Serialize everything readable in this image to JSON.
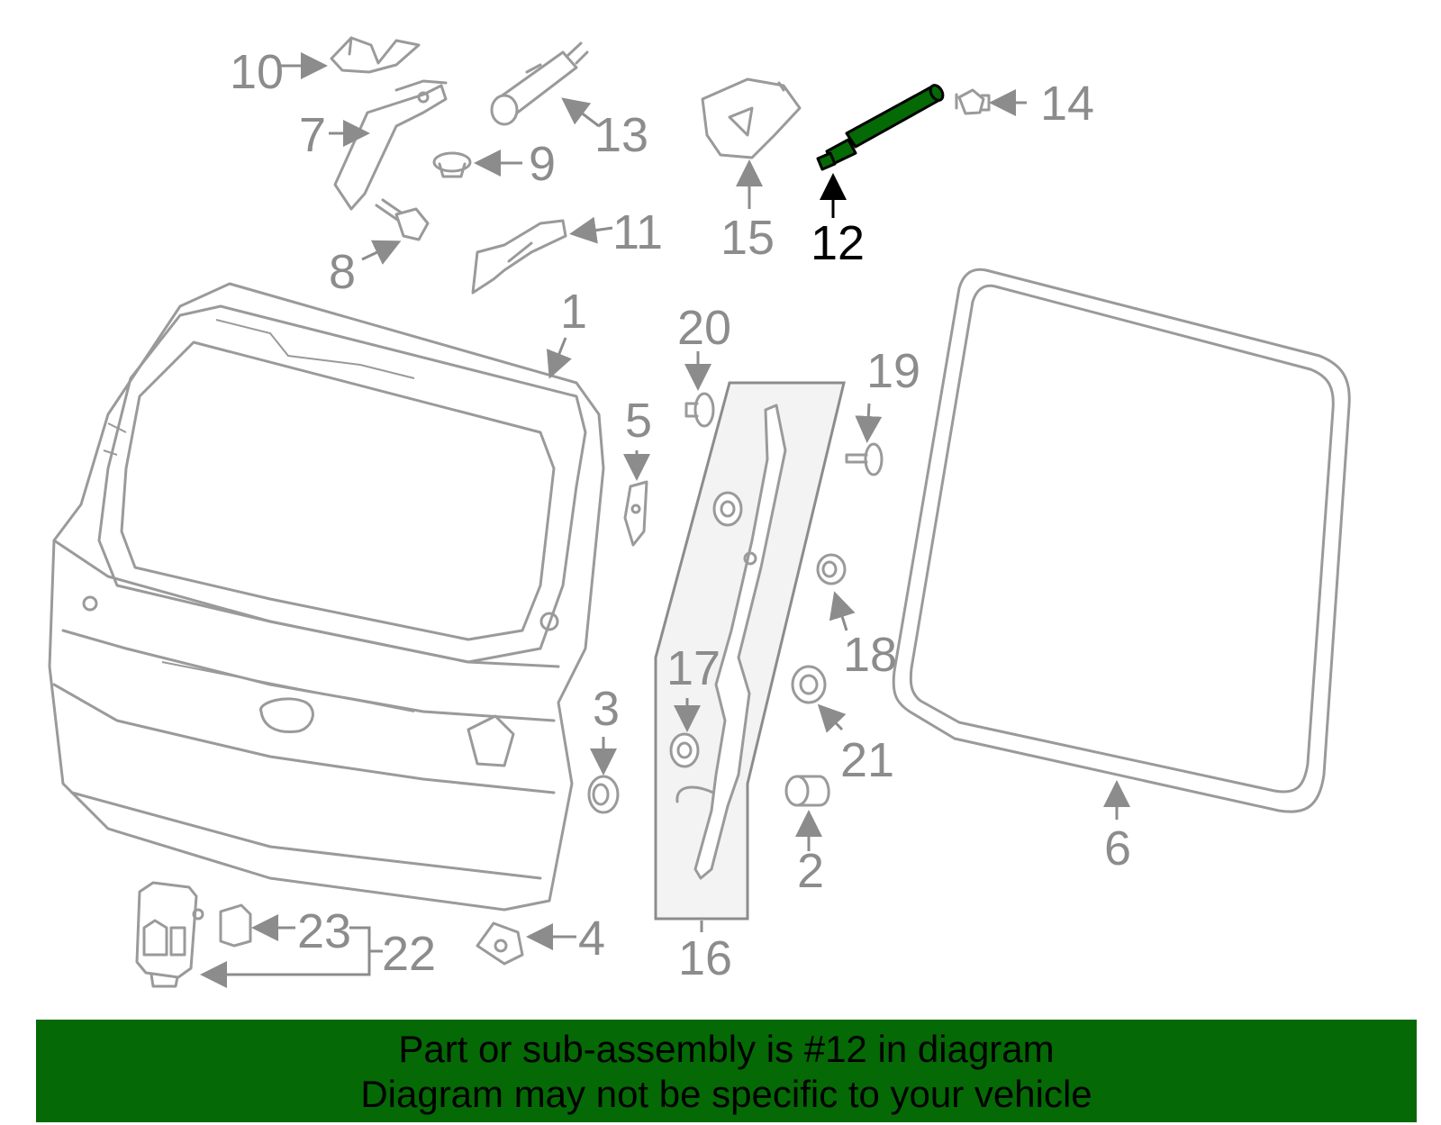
{
  "highlight_color": "#056905",
  "label_color": "#8c8c8c",
  "labels": {
    "p1": "1",
    "p2": "2",
    "p3": "3",
    "p4": "4",
    "p5": "5",
    "p6": "6",
    "p7": "7",
    "p8": "8",
    "p9": "9",
    "p10": "10",
    "p11": "11",
    "p12": "12",
    "p13": "13",
    "p14": "14",
    "p15": "15",
    "p16": "16",
    "p17": "17",
    "p18": "18",
    "p19": "19",
    "p20": "20",
    "p21": "21",
    "p22": "22",
    "p23": "23"
  },
  "highlighted_part": "12",
  "banner": {
    "line1": "Part or sub-assembly is #12 in diagram",
    "line2": "Diagram may not be specific to your vehicle"
  }
}
